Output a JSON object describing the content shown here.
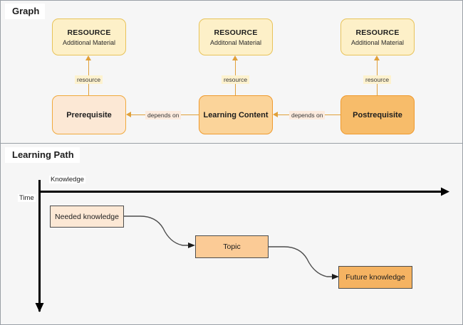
{
  "panels": [
    {
      "title": "Graph"
    },
    {
      "title": "Learning Path"
    }
  ],
  "graph": {
    "resources": [
      {
        "title": "RESOURCE",
        "subtitle": "Additional Material"
      },
      {
        "title": "RESOURCE",
        "subtitle": "Additonal Material"
      },
      {
        "title": "RESOURCE",
        "subtitle": "Additional Material"
      }
    ],
    "nodes": [
      {
        "label": "Prerequisite"
      },
      {
        "label": "Learning Content"
      },
      {
        "label": "Postrequisite"
      }
    ],
    "edge_labels": {
      "resource": "resource",
      "depends_on": "depends on"
    },
    "colors": {
      "resource_fill": "#fdf0c8",
      "resource_stroke": "#e8c35a",
      "prerequisite_fill": "#fce8d5",
      "content_fill": "#fbd49a",
      "postrequisite_fill": "#f7bc6a",
      "edge_stroke": "#e0a03a"
    }
  },
  "learning_path": {
    "axes": {
      "knowledge": "Knowledge",
      "time": "Time"
    },
    "steps": [
      {
        "label": "Needed knowledge"
      },
      {
        "label": "Topic"
      },
      {
        "label": "Future knowledge"
      }
    ],
    "colors": {
      "needed_fill": "#fce8d5",
      "topic_fill": "#fbcb96",
      "future_fill": "#f5b362",
      "axis_stroke": "#000000",
      "connector_stroke": "#4d4d4d"
    }
  }
}
